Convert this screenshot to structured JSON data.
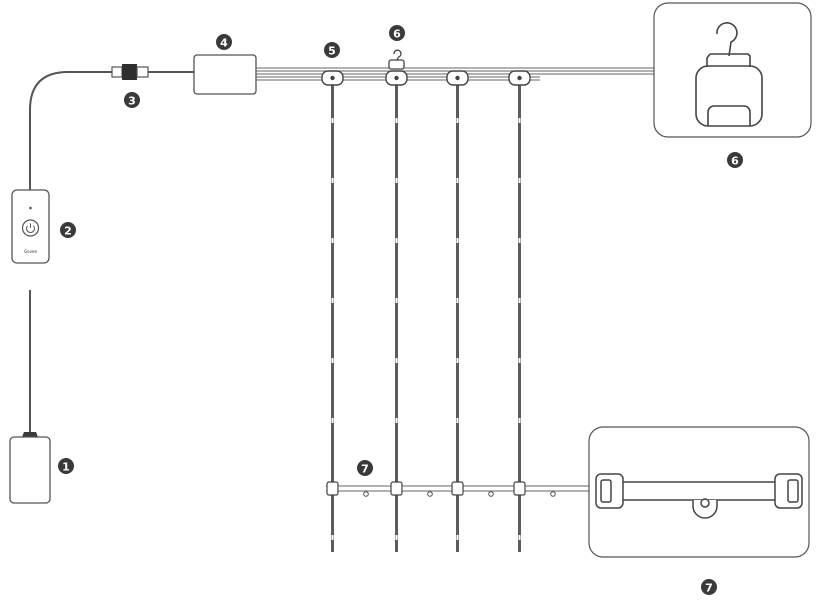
{
  "colors": {
    "line": "#555555",
    "strip": "#5c5c5c",
    "badge": "#3a3a3a",
    "panel_border": "#555555"
  },
  "icons": {
    "controller_power": "power-icon",
    "hook": "hook-icon"
  },
  "controller": {
    "brand": "Govee"
  },
  "labels": {
    "power_adapter": "1",
    "controller": "2",
    "connector": "3",
    "driver_box": "4",
    "clips": "5",
    "hook": "6",
    "hook_detail": "6",
    "bottom_bracket": "7",
    "bracket_detail": "7"
  }
}
